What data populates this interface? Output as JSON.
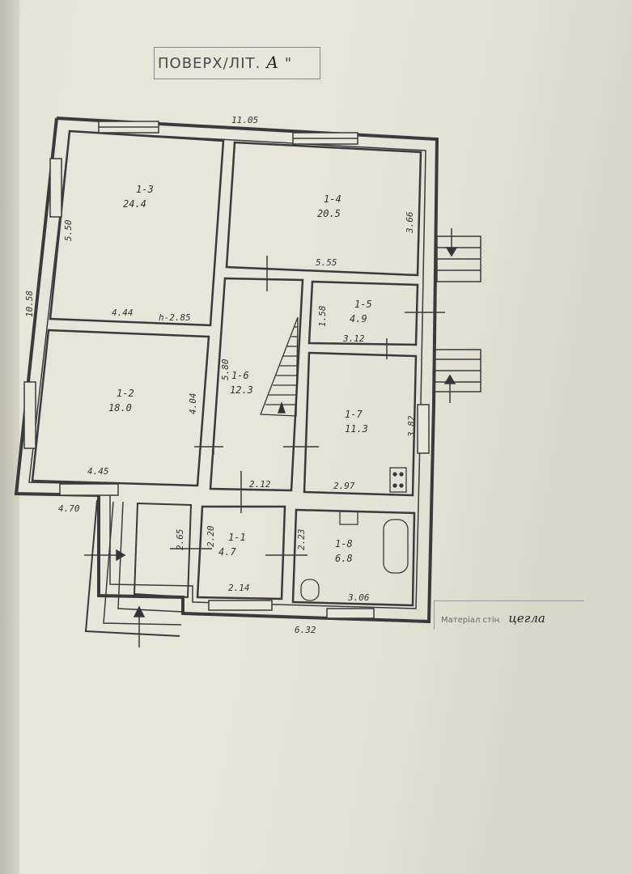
{
  "header": {
    "stamp_text": "ПОВЕРХ/ЛІТ.",
    "stamp_value": "А",
    "stamp_mark": "\""
  },
  "material": {
    "label": "Матеріал стін",
    "value": "цегла"
  },
  "rooms": [
    {
      "id": "1-3",
      "area": "24.4"
    },
    {
      "id": "1-4",
      "area": "20.5"
    },
    {
      "id": "1-5",
      "area": "4.9"
    },
    {
      "id": "1-6",
      "area": "12.3"
    },
    {
      "id": "1-2",
      "area": "18.0"
    },
    {
      "id": "1-7",
      "area": "11.3"
    },
    {
      "id": "1-1",
      "area": "4.7"
    },
    {
      "id": "1-8",
      "area": "6.8"
    }
  ],
  "dimensions": {
    "top_width": "11.05",
    "left_height": "10.58",
    "r13_height": "5.50",
    "r13_width": "4.44",
    "ceiling_height": "h-2.85",
    "r14_height": "3.66",
    "r14_width": "5.55",
    "r15_height": "1.58",
    "r15_width": "3.12",
    "r16_height": "5.80",
    "r12_height": "4.04",
    "r12_width": "4.45",
    "r17_height": "3.82",
    "r17_width": "2.97",
    "r16_width": "2.12",
    "entry_width": "4.70",
    "porch_height": "2.65",
    "r11_height": "2.20",
    "r11_width": "2.14",
    "r18_height": "2.23",
    "r18_width": "3.06",
    "bottom_width": "6.32"
  }
}
